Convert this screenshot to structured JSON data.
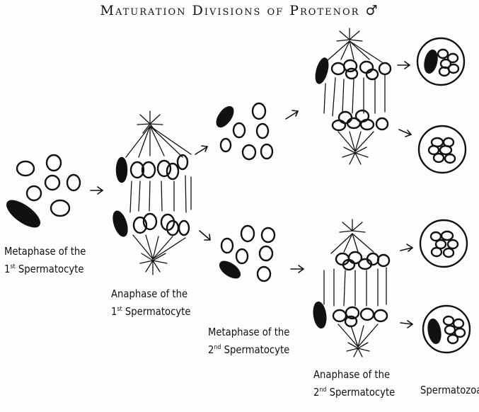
{
  "title": "Maturation Divisions of Protenor ♂",
  "labels": {
    "metaphase1_line1": "Metaphase of the",
    "metaphase1_num": "1",
    "metaphase1_sup": "st",
    "metaphase1_line2": " Spermatocyte",
    "anaphase1_line1": "Anaphase of the",
    "anaphase1_num": "1",
    "anaphase1_sup": "st",
    "anaphase1_line2": " Spermatocyte",
    "metaphase2_line1": "Metaphase of the",
    "metaphase2_num": "2",
    "metaphase2_sup": "nd",
    "metaphase2_line2": " Spermatocyte",
    "anaphase2_line1": "Anaphase of the",
    "anaphase2_num": "2",
    "anaphase2_sup": "nd",
    "anaphase2_line2": " Spermatocyte",
    "spermatozoa": "Spermatozoa"
  }
}
